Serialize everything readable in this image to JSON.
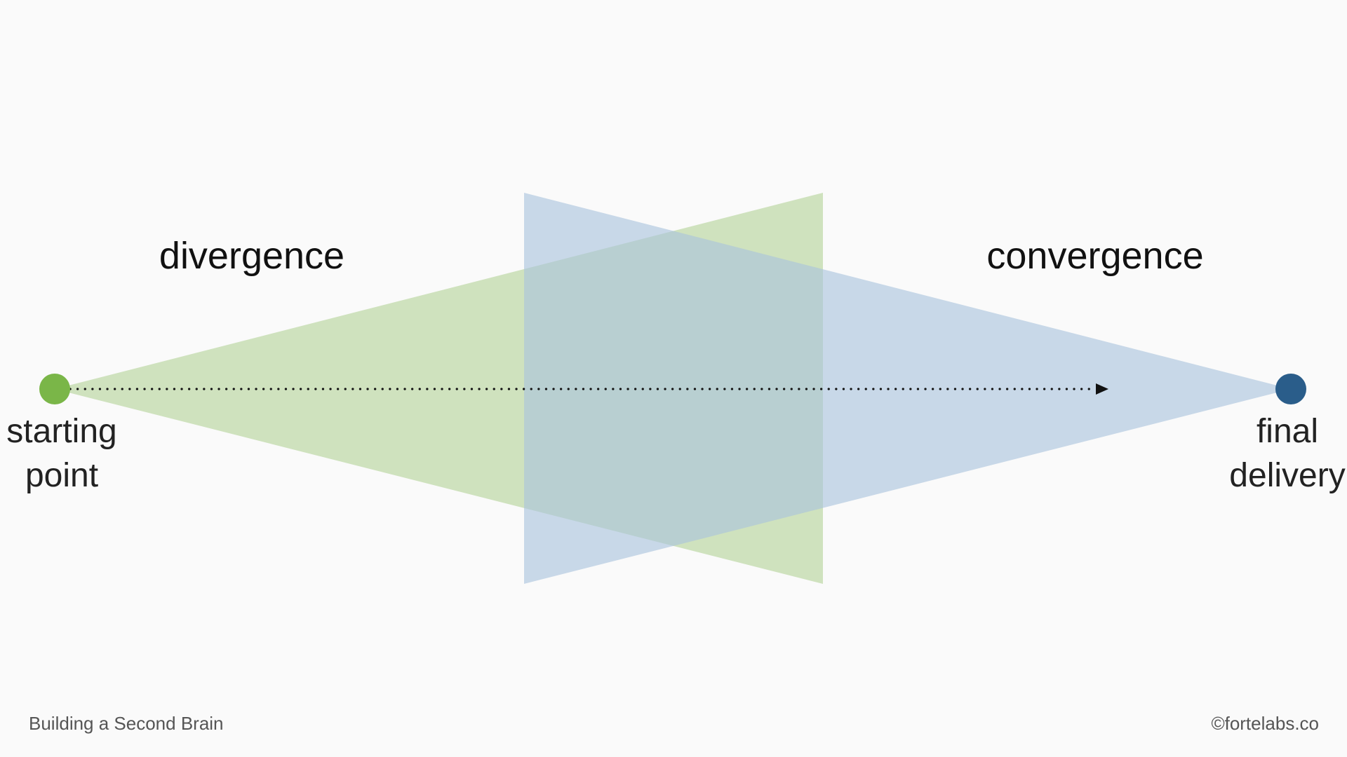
{
  "diagram": {
    "phases": {
      "divergence": "divergence",
      "convergence": "convergence"
    },
    "start": {
      "line1": "starting",
      "line2": "point"
    },
    "end": {
      "line1": "final",
      "line2": "delivery"
    }
  },
  "footer": {
    "left": "Building a Second Brain",
    "right": "©fortelabs.co"
  },
  "colors": {
    "background": "#fafafa",
    "divergence_fill": "#b5d49a",
    "convergence_fill": "#aac4dd",
    "start_dot": "#7ab648",
    "end_dot": "#2a5d8a",
    "arrow": "#111111"
  }
}
